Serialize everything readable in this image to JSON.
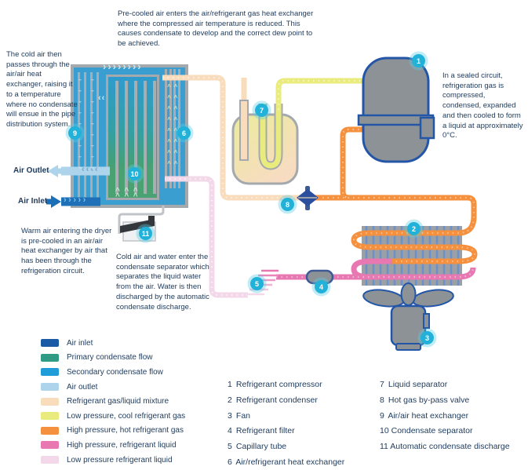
{
  "colors": {
    "text_navy": "#1d3a5c",
    "marker_cyan": "#22b1d8",
    "air_inlet": "#1b5ba5",
    "primary_condensate": "#2e9b82",
    "secondary_condensate": "#209cd8",
    "air_outlet": "#aed4ec",
    "refrigerant_gas_liquid_mixture": "#f8dcbc",
    "low_pressure_cool_refrigerant_gas": "#e9eb7c",
    "high_pressure_hot_refrigerant_gas": "#f5913e",
    "high_pressure_refrigerant_liquid": "#e878b2",
    "low_pressure_refrigerant_liquid": "#f3d8e9",
    "metal_gray": "#8d9296",
    "outline_blue": "#2456a8"
  },
  "annotations": {
    "top": "Pre-cooled air enters the air/refrigerant gas heat exchanger where the compressed air temperature is reduced. This causes condensate to develop and the correct dew point to be achieved.",
    "left": "The cold air then passes through the air/air heat exchanger, raising it to a temperature where no condensate will ensue in the pipe distribution system.",
    "right": "In a sealed circuit, refrigeration gas is compressed, condensed, expanded and then cooled to form a liquid at approximately 0°C.",
    "bottom_left": "Warm air entering the dryer is pre-cooled in an air/air heat exchanger by air that has been through the refrigeration circuit.",
    "bottom_middle": "Cold air and water enter the condensate separator which separates the liquid water from the air. Water is then discharged by the automatic condensate discharge."
  },
  "flow_labels": {
    "air_outlet": "Air Outlet",
    "air_inlet": "Air Inlet"
  },
  "markers": {
    "m1": "1",
    "m2": "2",
    "m3": "3",
    "m4": "4",
    "m5": "5",
    "m6": "6",
    "m7": "7",
    "m8": "8",
    "m9": "9",
    "m10": "10",
    "m11": "11"
  },
  "legend": {
    "items": [
      {
        "label": "Air inlet",
        "color": "#1b5ba5"
      },
      {
        "label": "Primary condensate flow",
        "color": "#2e9b82"
      },
      {
        "label": "Secondary condensate flow",
        "color": "#209cd8"
      },
      {
        "label": "Air outlet",
        "color": "#aed4ec"
      },
      {
        "label": "Refrigerant gas/liquid mixture",
        "color": "#f8dcbc"
      },
      {
        "label": "Low pressure, cool refrigerant gas",
        "color": "#e9eb7c"
      },
      {
        "label": "High pressure, hot refrigerant gas",
        "color": "#f5913e"
      },
      {
        "label": "High pressure, refrigerant liquid",
        "color": "#e878b2"
      },
      {
        "label": "Low pressure refrigerant liquid",
        "color": "#f3d8e9"
      }
    ]
  },
  "component_list": {
    "column1": [
      {
        "num": "1",
        "name": "Refrigerant compressor"
      },
      {
        "num": "2",
        "name": "Refrigerant condenser"
      },
      {
        "num": "3",
        "name": "Fan"
      },
      {
        "num": "4",
        "name": "Refrigerant filter"
      },
      {
        "num": "5",
        "name": "Capillary tube"
      },
      {
        "num": "6",
        "name": "Air/refrigerant heat exchanger"
      }
    ],
    "column2": [
      {
        "num": "7",
        "name": "Liquid separator"
      },
      {
        "num": "8",
        "name": "Hot gas by-pass valve"
      },
      {
        "num": "9",
        "name": "Air/air heat exchanger"
      },
      {
        "num": "10",
        "name": "Condensate separator"
      },
      {
        "num": "11",
        "name": "Automatic condensate discharge"
      }
    ]
  },
  "decor": {
    "chevrons_right_top": "››››››››",
    "chevrons_left_small": "‹‹",
    "chevrons_outlet": "‹‹‹‹",
    "chevrons_inlet": "›››››",
    "chevrons_up_row": "^  ^  ^",
    "tube_chevrons_down": "ˇˇˇˇˇˇˇˇˇ",
    "tube_chevrons_up": "^^^^^^^^"
  }
}
